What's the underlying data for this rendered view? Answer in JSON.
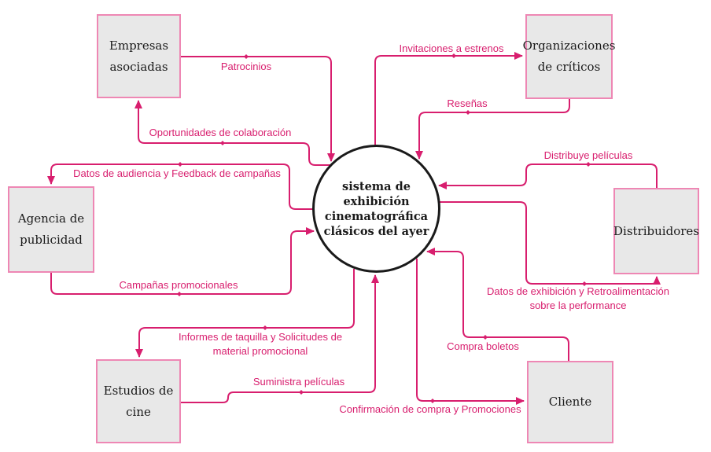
{
  "diagram": {
    "type": "context-data-flow-diagram",
    "process": {
      "label_lines": [
        "sistema de",
        "exhibición",
        "cinematográfica",
        "clásicos del ayer"
      ]
    },
    "entities": [
      {
        "id": "empresas-asociadas",
        "label_lines": [
          "Empresas",
          "asociadas"
        ]
      },
      {
        "id": "organizaciones-de-criticos",
        "label_lines": [
          "Organizaciones",
          "de críticos"
        ]
      },
      {
        "id": "agencia-de-publicidad",
        "label_lines": [
          "Agencia de",
          "publicidad"
        ]
      },
      {
        "id": "distribuidores",
        "label_lines": [
          "Distribuidores"
        ]
      },
      {
        "id": "estudios-de-cine",
        "label_lines": [
          "Estudios de",
          "cine"
        ]
      },
      {
        "id": "cliente",
        "label_lines": [
          "Cliente"
        ]
      }
    ],
    "flows": [
      {
        "label_lines": [
          "Patrocinios"
        ],
        "from": "Empresas asociadas",
        "to": "sistema"
      },
      {
        "label_lines": [
          "Oportunidades de colaboración"
        ],
        "from": "sistema",
        "to": "Empresas asociadas"
      },
      {
        "label_lines": [
          "Datos de audiencia y Feedback de campañas"
        ],
        "from": "sistema",
        "to": "Agencia de publicidad"
      },
      {
        "label_lines": [
          "Campañas promocionales"
        ],
        "from": "Agencia de publicidad",
        "to": "sistema"
      },
      {
        "label_lines": [
          "Informes de taquilla y Solicitudes de",
          "material promocional"
        ],
        "from": "sistema",
        "to": "Estudios de cine"
      },
      {
        "label_lines": [
          "Suministra películas"
        ],
        "from": "Estudios de cine",
        "to": "sistema"
      },
      {
        "label_lines": [
          "Invitaciones a estrenos"
        ],
        "from": "sistema",
        "to": "Organizaciones de críticos"
      },
      {
        "label_lines": [
          "Reseñas"
        ],
        "from": "Organizaciones de críticos",
        "to": "sistema"
      },
      {
        "label_lines": [
          "Distribuye películas"
        ],
        "from": "Distribuidores",
        "to": "sistema"
      },
      {
        "label_lines": [
          "Datos de exhibición y Retroalimentación",
          "sobre la performance"
        ],
        "from": "sistema",
        "to": "Distribuidores"
      },
      {
        "label_lines": [
          "Compra boletos"
        ],
        "from": "Cliente",
        "to": "sistema"
      },
      {
        "label_lines": [
          "Confirmación de compra y Promociones"
        ],
        "from": "sistema",
        "to": "Cliente"
      }
    ],
    "colors": {
      "flow_line": "#d81e6e",
      "flow_label": "#d81e6e",
      "entity_fill": "#e8e8e8",
      "entity_border": "#ee87b4",
      "entity_text": "#1a1a1a",
      "process_fill": "#ffffff",
      "process_border": "#1a1a1a",
      "background": "#ffffff"
    }
  }
}
